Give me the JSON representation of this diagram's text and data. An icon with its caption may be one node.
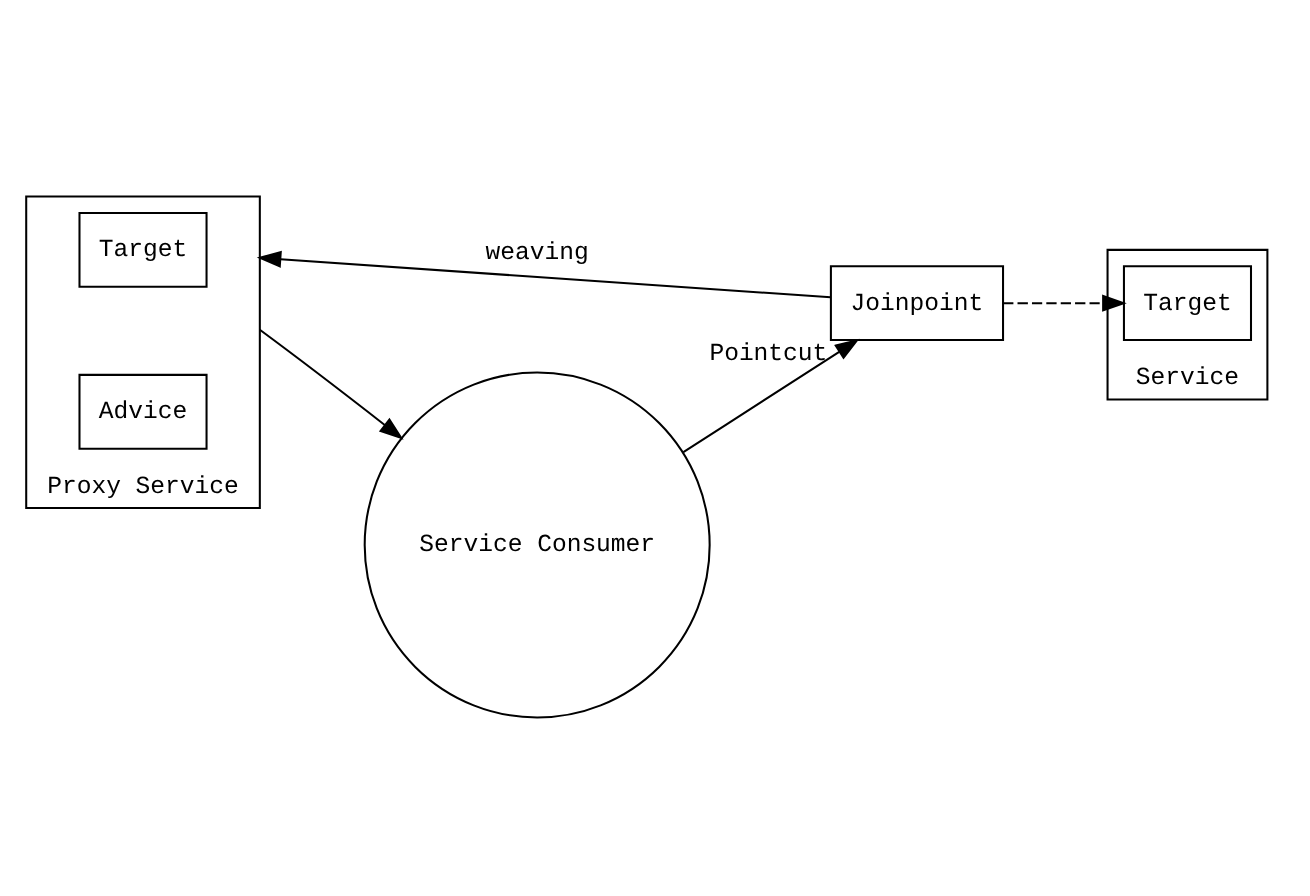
{
  "diagram": {
    "nodes": [
      {
        "text": [
          "Service Consumer"
        ]
      },
      {
        "text": [
          "Joinpoint"
        ],
        "beside": [
          "Pointcut"
        ]
      },
      {
        "text": [
          "Service"
        ]
      },
      {
        "text": [
          "Target"
        ],
        "in": 2
      },
      {
        "text": [
          "Proxy Service"
        ]
      },
      {
        "text": [
          "Target"
        ],
        "in": 4
      },
      {
        "text": [
          "Advice"
        ],
        "in": 4
      }
    ],
    "edges": [
      {
        "from": 0,
        "to": 1,
        "arrow": "to"
      },
      {
        "from": 1,
        "to": 3,
        "arrow": "to",
        "style": "dashed"
      },
      {
        "from": 1,
        "to": 4,
        "arrow": "to",
        "label": "weaving"
      },
      {
        "from": 4,
        "to": 0,
        "arrow": "to"
      }
    ]
  }
}
